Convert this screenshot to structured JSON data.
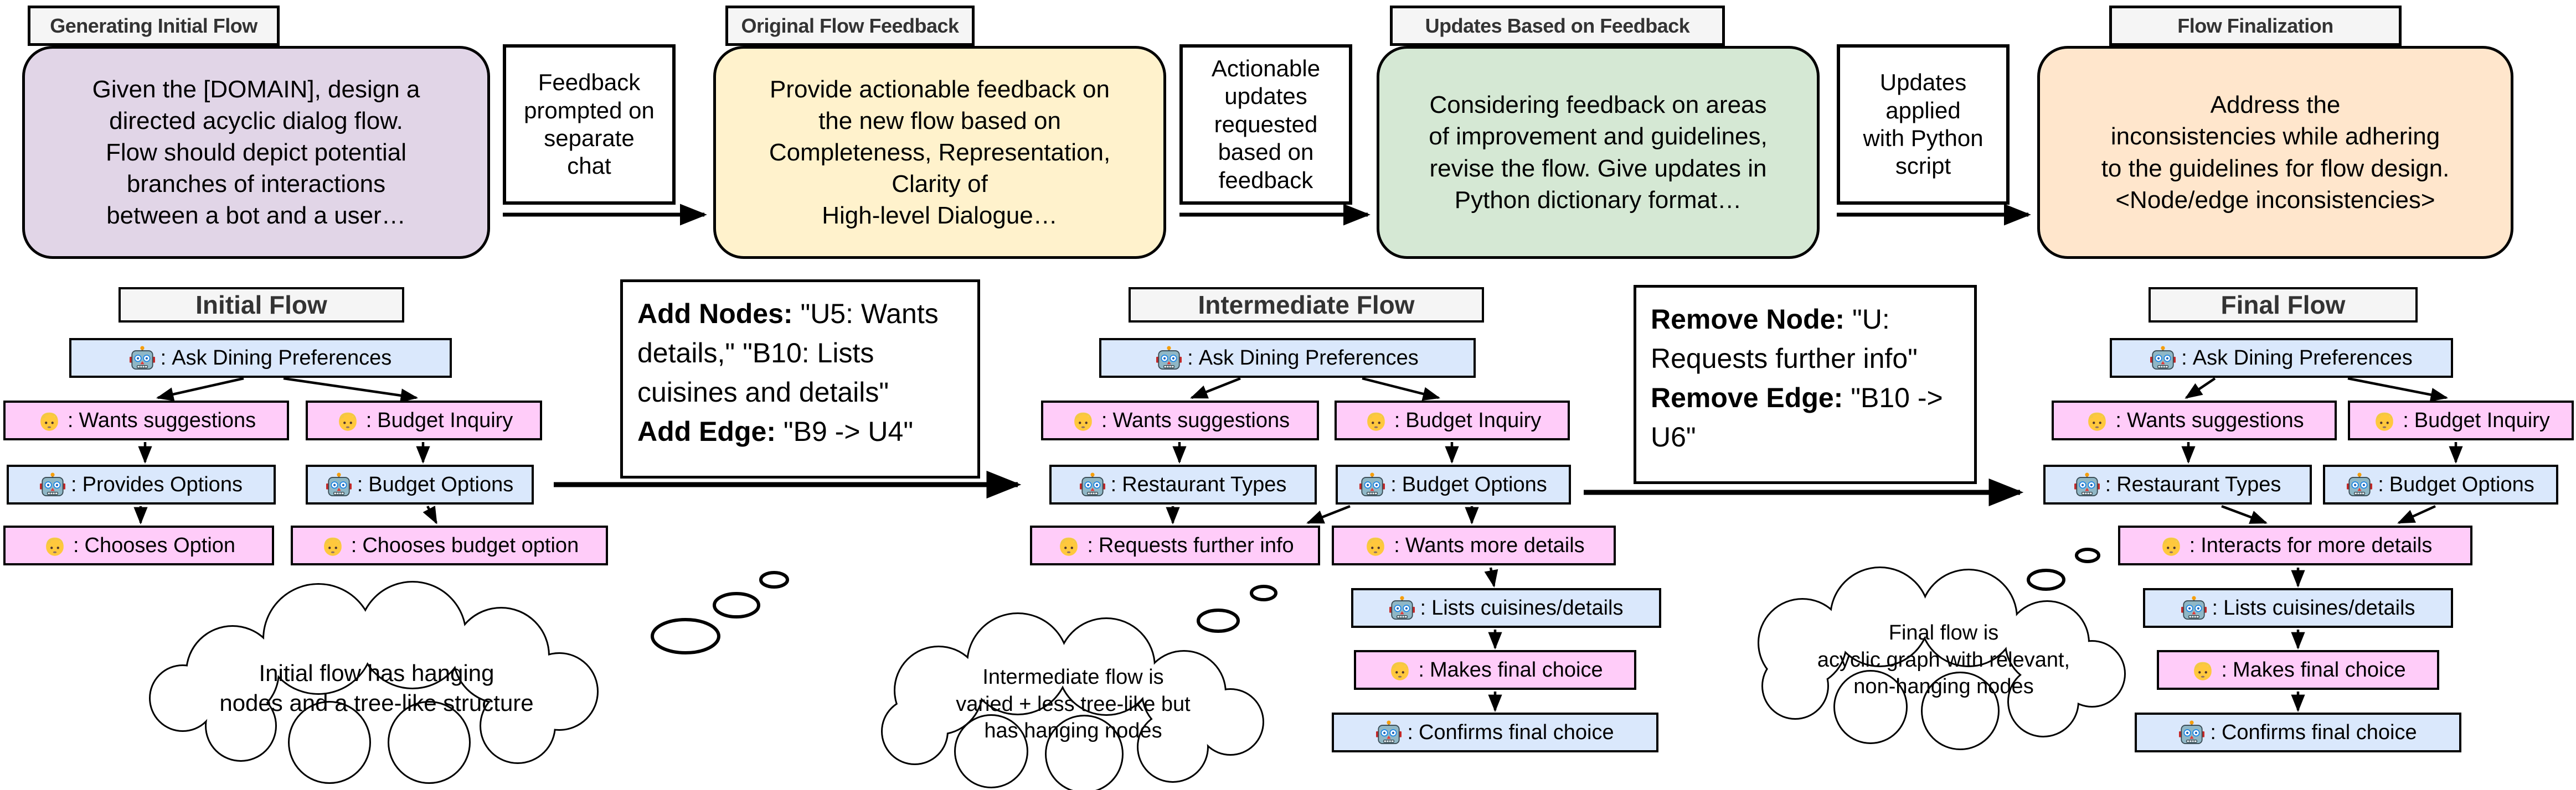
{
  "ui": {
    "colon": ":"
  },
  "icons": {
    "bot": "robot-face",
    "user": "person-blond-hair"
  },
  "pipeline": {
    "stages": [
      {
        "title": "Generating Initial Flow",
        "text": "Given the [DOMAIN], design a\ndirected acyclic dialog flow.\nFlow should depict potential\nbranches of interactions\nbetween a bot and a user…",
        "color": "#E1D5E7"
      },
      {
        "title": "Original Flow Feedback",
        "text": "Provide actionable feedback on\nthe new flow based on\nCompleteness, Representation,\nClarity of\nHigh-level Dialogue…",
        "color": "#FFF2CC"
      },
      {
        "title": "Updates Based on Feedback",
        "text": "Considering feedback on areas\nof improvement and guidelines,\nrevise the flow. Give updates in\nPython dictionary format…",
        "color": "#D5E8D4"
      },
      {
        "title": "Flow Finalization",
        "text": "Address the\ninconsistencies while adhering\nto the guidelines for flow design.\n<Node/edge inconsistencies>",
        "color": "#FFE6CC"
      }
    ],
    "connectors": [
      {
        "label": "Feedback\nprompted on\nseparate\nchat"
      },
      {
        "label": "Actionable\nupdates\nrequested\nbased on\nfeedback"
      },
      {
        "label": "Updates\napplied\nwith Python\nscript"
      }
    ]
  },
  "edits": {
    "add": {
      "node_label": "Add Nodes:",
      "node_text": " \"U5: Wants details,\" \"B10: Lists cuisines and details\"",
      "edge_label": "Add Edge:",
      "edge_text": " \"B9 -> U4\""
    },
    "remove": {
      "node_label": "Remove Node:",
      "node_text": " \"U: Requests further info\"",
      "edge_label": "Remove Edge:",
      "edge_text": " \"B10 -> U6\""
    }
  },
  "flows": {
    "initial": {
      "title": "Initial Flow",
      "nodes": [
        {
          "speaker": "bot",
          "label": "Ask Dining Preferences"
        },
        {
          "speaker": "user",
          "label": "Wants suggestions"
        },
        {
          "speaker": "user",
          "label": "Budget Inquiry"
        },
        {
          "speaker": "bot",
          "label": "Provides Options"
        },
        {
          "speaker": "bot",
          "label": "Budget Options"
        },
        {
          "speaker": "user",
          "label": "Chooses Option"
        },
        {
          "speaker": "user",
          "label": "Chooses budget option"
        }
      ],
      "note": "Initial flow has hanging\nnodes and a tree-like structure"
    },
    "intermediate": {
      "title": "Intermediate Flow",
      "nodes": [
        {
          "speaker": "bot",
          "label": "Ask Dining Preferences"
        },
        {
          "speaker": "user",
          "label": "Wants suggestions"
        },
        {
          "speaker": "user",
          "label": "Budget Inquiry"
        },
        {
          "speaker": "bot",
          "label": "Restaurant Types"
        },
        {
          "speaker": "bot",
          "label": "Budget Options"
        },
        {
          "speaker": "user",
          "label": "Requests further info"
        },
        {
          "speaker": "user",
          "label": "Wants more details"
        },
        {
          "speaker": "bot",
          "label": "Lists cuisines/details"
        },
        {
          "speaker": "user",
          "label": "Makes final choice"
        },
        {
          "speaker": "bot",
          "label": "Confirms final choice"
        }
      ],
      "note": "Intermediate flow is\nvaried + less tree-like but\nhas hanging nodes"
    },
    "final": {
      "title": "Final Flow",
      "nodes": [
        {
          "speaker": "bot",
          "label": "Ask Dining Preferences"
        },
        {
          "speaker": "user",
          "label": "Wants suggestions"
        },
        {
          "speaker": "user",
          "label": "Budget Inquiry"
        },
        {
          "speaker": "bot",
          "label": "Restaurant Types"
        },
        {
          "speaker": "bot",
          "label": "Budget Options"
        },
        {
          "speaker": "user",
          "label": "Interacts for more details"
        },
        {
          "speaker": "bot",
          "label": "Lists cuisines/details"
        },
        {
          "speaker": "user",
          "label": "Makes final choice"
        },
        {
          "speaker": "bot",
          "label": "Confirms final choice"
        }
      ],
      "note": "Final flow is\nacyclic graph with relevant,\nnon-hanging nodes"
    }
  }
}
